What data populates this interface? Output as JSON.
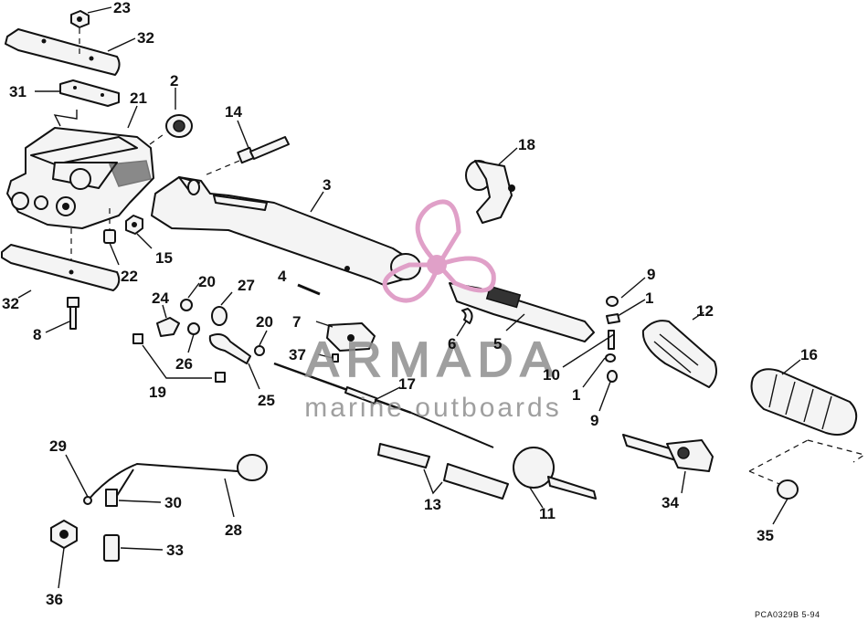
{
  "diagram": {
    "callouts": [
      {
        "id": "c23",
        "label": "23"
      },
      {
        "id": "c32a",
        "label": "32"
      },
      {
        "id": "c31",
        "label": "31"
      },
      {
        "id": "c21",
        "label": "21"
      },
      {
        "id": "c2",
        "label": "2"
      },
      {
        "id": "c14",
        "label": "14"
      },
      {
        "id": "c3",
        "label": "3"
      },
      {
        "id": "c18",
        "label": "18"
      },
      {
        "id": "c22",
        "label": "22"
      },
      {
        "id": "c15",
        "label": "15"
      },
      {
        "id": "c32b",
        "label": "32"
      },
      {
        "id": "c8",
        "label": "8"
      },
      {
        "id": "c4",
        "label": "4"
      },
      {
        "id": "c20a",
        "label": "20"
      },
      {
        "id": "c27",
        "label": "27"
      },
      {
        "id": "c24",
        "label": "24"
      },
      {
        "id": "c26",
        "label": "26"
      },
      {
        "id": "c19",
        "label": "19"
      },
      {
        "id": "c20b",
        "label": "20"
      },
      {
        "id": "c7",
        "label": "7"
      },
      {
        "id": "c37",
        "label": "37"
      },
      {
        "id": "c25",
        "label": "25"
      },
      {
        "id": "c6",
        "label": "6"
      },
      {
        "id": "c5",
        "label": "5"
      },
      {
        "id": "c9a",
        "label": "9"
      },
      {
        "id": "c1a",
        "label": "1"
      },
      {
        "id": "c12",
        "label": "12"
      },
      {
        "id": "c16",
        "label": "16"
      },
      {
        "id": "c10",
        "label": "10"
      },
      {
        "id": "c1b",
        "label": "1"
      },
      {
        "id": "c9b",
        "label": "9"
      },
      {
        "id": "c17",
        "label": "17"
      },
      {
        "id": "c29",
        "label": "29"
      },
      {
        "id": "c30",
        "label": "30"
      },
      {
        "id": "c28",
        "label": "28"
      },
      {
        "id": "c13",
        "label": "13"
      },
      {
        "id": "c11",
        "label": "11"
      },
      {
        "id": "c34",
        "label": "34"
      },
      {
        "id": "c35",
        "label": "35"
      },
      {
        "id": "c33",
        "label": "33"
      },
      {
        "id": "c36",
        "label": "36"
      }
    ],
    "watermark": {
      "brand": "ARMADA",
      "tagline": "marine outboards",
      "logo_color": "#e0a0c8",
      "text_color": "#8f8f8f"
    },
    "reference": "PCA0329B   5-94"
  }
}
